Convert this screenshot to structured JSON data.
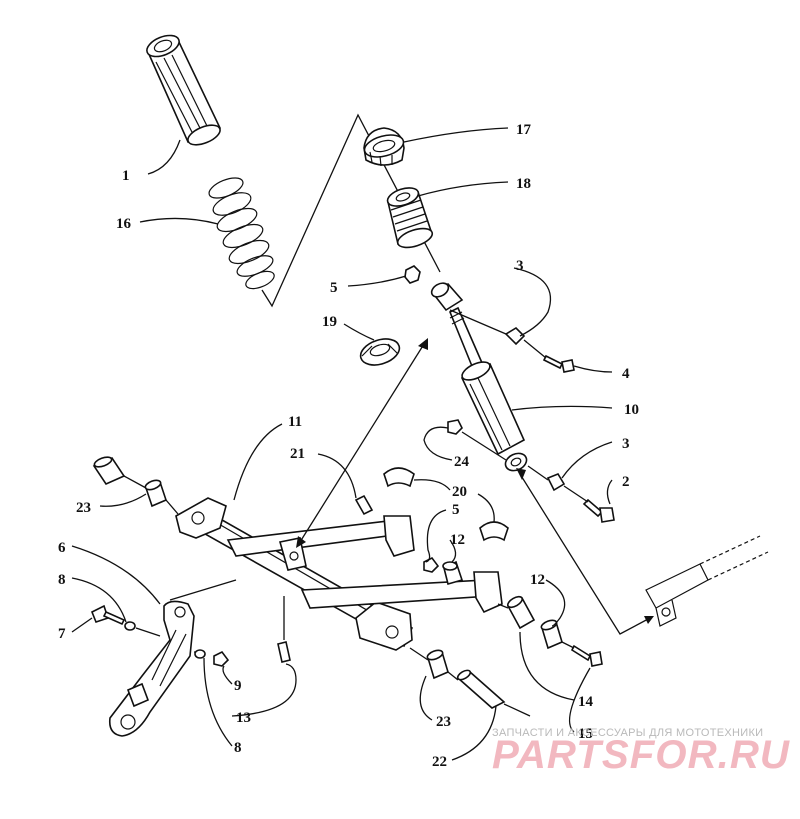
{
  "labels": {
    "l1": "1",
    "l16": "16",
    "l17": "17",
    "l18": "18",
    "l5a": "5",
    "l3a": "3",
    "l19": "19",
    "l4": "4",
    "l10": "10",
    "l11": "11",
    "l21": "21",
    "l24": "24",
    "l3b": "3",
    "l2": "2",
    "l20": "20",
    "l5b": "5",
    "l23a": "23",
    "l12a": "12",
    "l6": "6",
    "l8a": "8",
    "l7": "7",
    "l12b": "12",
    "l9": "9",
    "l13": "13",
    "l8b": "8",
    "l23b": "23",
    "l14": "14",
    "l15": "15",
    "l22": "22"
  },
  "watermark": {
    "tagline": "ЗАПЧАСТИ И АКСЕССУАРЫ ДЛЯ МОТОТЕХНИКИ",
    "brand": "PARTSFOR.RU"
  },
  "colors": {
    "line": "#111111",
    "watermark_brand": "#f2b8c0",
    "watermark_tagline": "#b9b9b9"
  }
}
